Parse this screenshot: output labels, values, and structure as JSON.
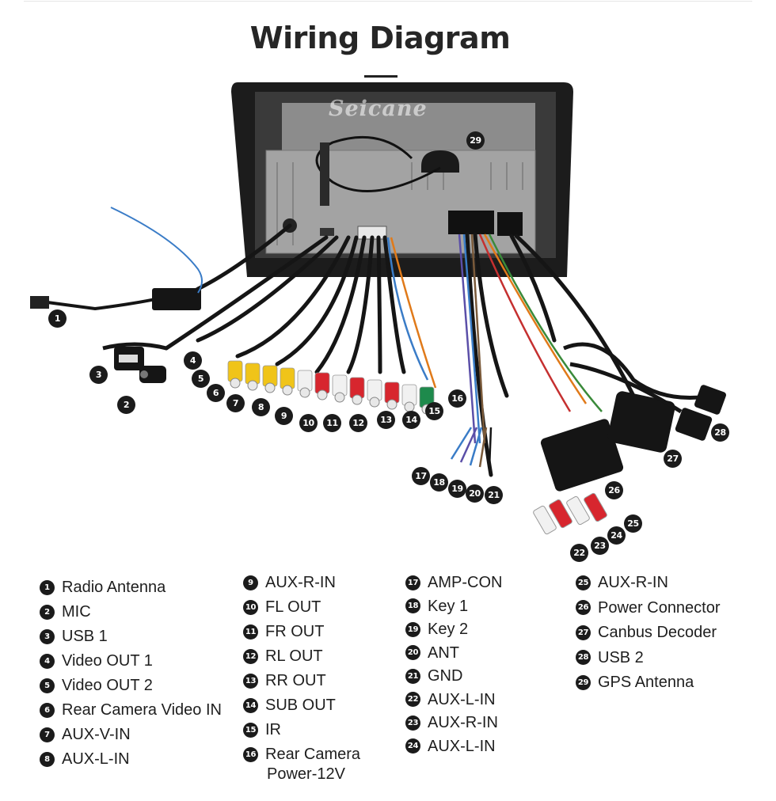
{
  "title": "Wiring Diagram",
  "brand_watermark": "Seicane",
  "colors": {
    "badge": "#1b1b1b",
    "rca_yellow": "#f0c419",
    "rca_red": "#d7262e",
    "rca_white": "#f1f1f1",
    "rca_green": "#1e8a4c",
    "unit_frame": "#1c1c1c",
    "chassis": "#9a9a9a"
  },
  "callouts": [
    "1",
    "2",
    "3",
    "4",
    "5",
    "6",
    "7",
    "8",
    "9",
    "10",
    "11",
    "12",
    "13",
    "14",
    "15",
    "16",
    "17",
    "18",
    "19",
    "20",
    "21",
    "22",
    "23",
    "24",
    "25",
    "26",
    "27",
    "28",
    "29"
  ],
  "legend": [
    [
      {
        "num": "1",
        "label": "Radio Antenna"
      },
      {
        "num": "2",
        "label": "MIC"
      },
      {
        "num": "3",
        "label": "USB 1"
      },
      {
        "num": "4",
        "label": "Video OUT 1"
      },
      {
        "num": "5",
        "label": "Video OUT 2"
      },
      {
        "num": "6",
        "label": "Rear Camera Video IN"
      },
      {
        "num": "7",
        "label": "AUX-V-IN"
      },
      {
        "num": "8",
        "label": "AUX-L-IN"
      }
    ],
    [
      {
        "num": "9",
        "label": "AUX-R-IN"
      },
      {
        "num": "10",
        "label": "FL OUT"
      },
      {
        "num": "11",
        "label": "FR OUT"
      },
      {
        "num": "12",
        "label": "RL OUT"
      },
      {
        "num": "13",
        "label": "RR OUT"
      },
      {
        "num": "14",
        "label": "SUB OUT"
      },
      {
        "num": "15",
        "label": "IR"
      },
      {
        "num": "16",
        "label": "Rear Camera",
        "label2": "Power-12V"
      }
    ],
    [
      {
        "num": "17",
        "label": "AMP-CON"
      },
      {
        "num": "18",
        "label": "Key 1"
      },
      {
        "num": "19",
        "label": "Key 2"
      },
      {
        "num": "20",
        "label": "ANT"
      },
      {
        "num": "21",
        "label": "GND"
      },
      {
        "num": "22",
        "label": "AUX-L-IN"
      },
      {
        "num": "23",
        "label": "AUX-R-IN"
      },
      {
        "num": "24",
        "label": "AUX-L-IN"
      }
    ],
    [
      {
        "num": "25",
        "label": "AUX-R-IN"
      },
      {
        "num": "26",
        "label": "Power Connector"
      },
      {
        "num": "27",
        "label": "Canbus Decoder"
      },
      {
        "num": "28",
        "label": "USB 2"
      },
      {
        "num": "29",
        "label": "GPS Antenna"
      }
    ]
  ]
}
